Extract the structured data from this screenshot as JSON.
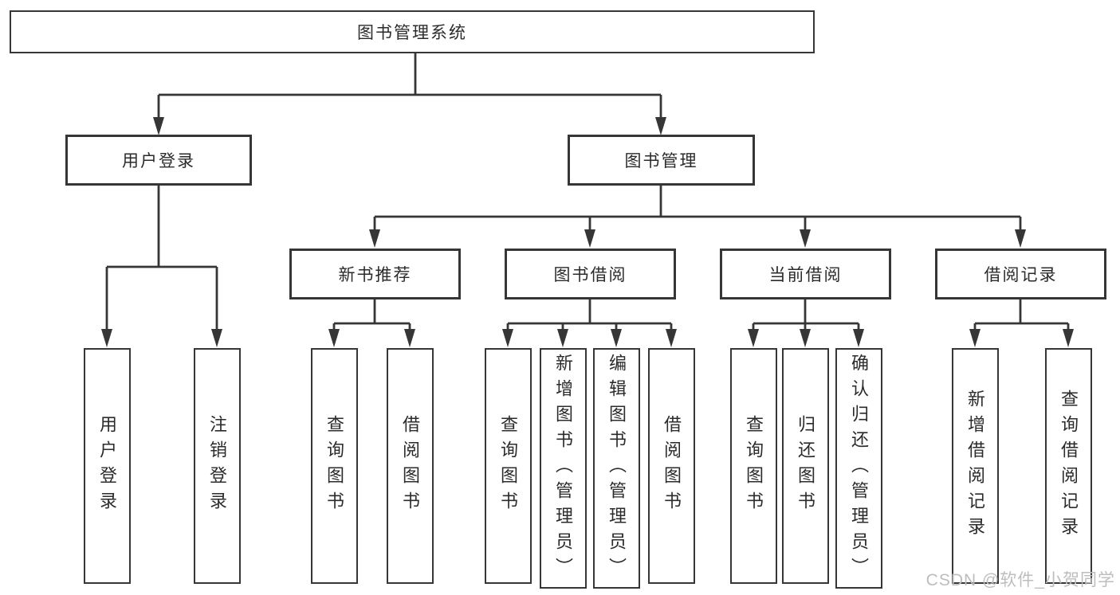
{
  "palette": {
    "line": "#363636",
    "border": "#363636",
    "text": "#2b2b2b",
    "watermark": "#bdbdbd",
    "background": "#ffffff"
  },
  "nodes": {
    "root": {
      "label": "图书管理系统"
    },
    "level2": [
      {
        "label": "用户登录"
      },
      {
        "label": "图书管理"
      }
    ],
    "level3": [
      {
        "label": "新书推荐"
      },
      {
        "label": "图书借阅"
      },
      {
        "label": "当前借阅"
      },
      {
        "label": "借阅记录"
      }
    ],
    "leaves": [
      {
        "label": "用户登录"
      },
      {
        "label": "注销登录"
      },
      {
        "label": "查询图书"
      },
      {
        "label": "借阅图书"
      },
      {
        "label": "查询图书"
      },
      {
        "label": "新增图书（管理员）"
      },
      {
        "label": "编辑图书（管理员）"
      },
      {
        "label": "借阅图书"
      },
      {
        "label": "查询图书"
      },
      {
        "label": "归还图书"
      },
      {
        "label": "确认归还（管理员）"
      },
      {
        "label": "新增借阅记录"
      },
      {
        "label": "查询借阅记录"
      }
    ]
  },
  "watermark": {
    "text": "CSDN @软件_小贺同学"
  }
}
